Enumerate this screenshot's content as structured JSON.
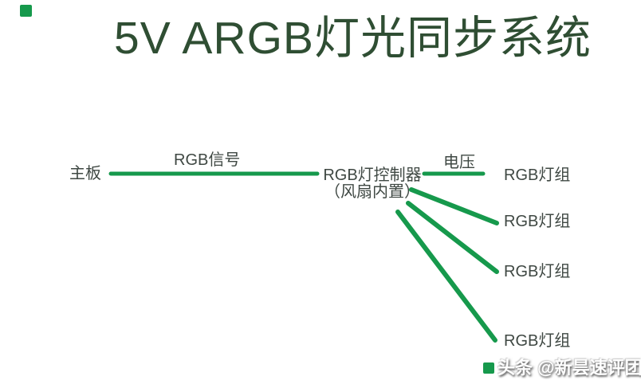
{
  "page": {
    "title": "5V ARGB灯光同步系统"
  },
  "colors": {
    "line_green": "#16994c",
    "title_green": "#2f4e33",
    "label_gray": "#3f4843",
    "background": "#ffffff"
  },
  "diagram": {
    "motherboard_label": "主板",
    "signal_label": "RGB信号",
    "controller_name": "RGB灯控制器",
    "controller_note": "（风扇内置）",
    "voltage_label": "电压",
    "light_group_labels": [
      "RGB灯组",
      "RGB灯组",
      "RGB灯组",
      "RGB灯组"
    ]
  },
  "watermark": {
    "text": "头条 @新昙速评团"
  }
}
